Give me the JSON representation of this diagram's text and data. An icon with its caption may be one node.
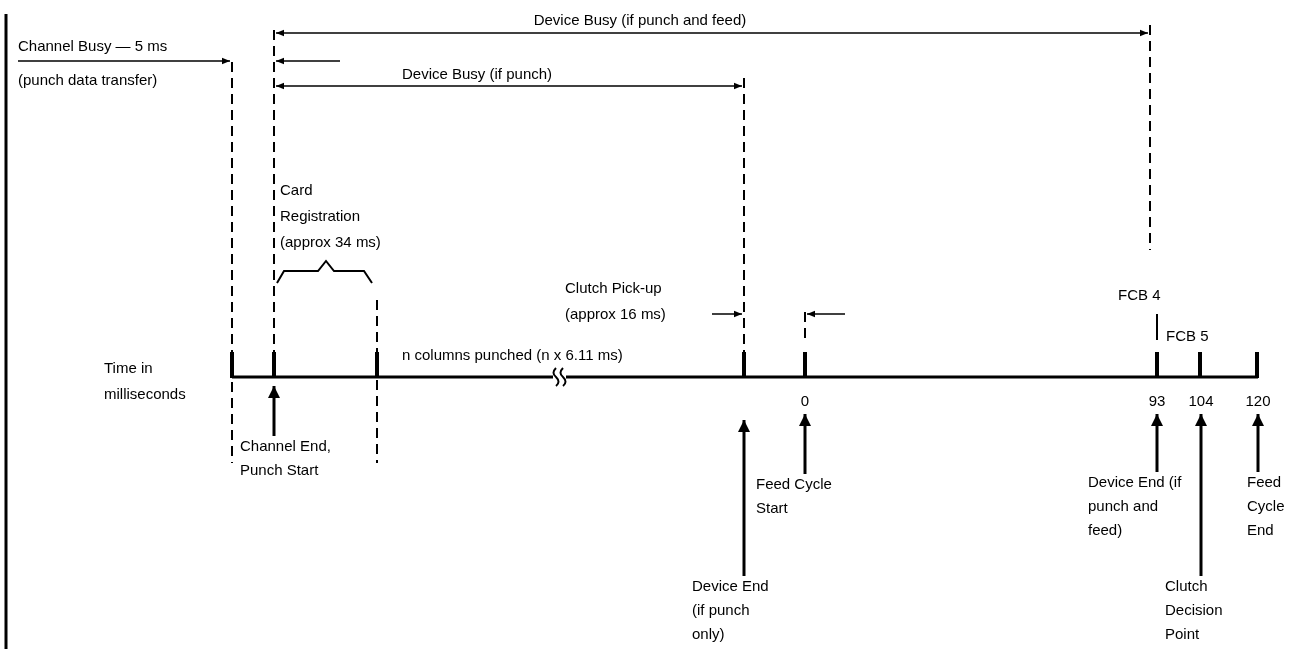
{
  "diagram": {
    "nodes": [
      {
        "text": [
          "Channel End, Punch Start"
        ]
      },
      {
        "text": [
          "Feed Cycle Start"
        ]
      },
      {
        "text": [
          "Device End (if punch only)"
        ]
      },
      {
        "text": [
          "Device End (if punch and feed)"
        ]
      },
      {
        "text": [
          "Clutch Decision Point"
        ]
      },
      {
        "text": [
          "Feed Cycle End"
        ]
      },
      {
        "text": [
          "0"
        ]
      },
      {
        "text": [
          "93"
        ]
      },
      {
        "text": [
          "104"
        ]
      },
      {
        "text": [
          "120"
        ]
      },
      {
        "text": [],
        "shape": "bar"
      }
    ],
    "edges": [
      {
        "from": 0,
        "to": 10,
        "arrow": "to"
      },
      {
        "from": 1,
        "to": 6,
        "arrow": "to"
      },
      {
        "from": 2,
        "to": null,
        "arrow": "to"
      },
      {
        "from": 3,
        "to": 7,
        "arrow": "to"
      },
      {
        "from": 4,
        "to": 8,
        "arrow": "to"
      },
      {
        "from": 5,
        "to": 9,
        "arrow": "to"
      }
    ],
    "labels": [
      "Device Busy (if punch and feed)",
      "Channel Busy — 5 ms",
      "(punch data transfer)",
      "Device Busy (if punch)",
      "Card Registration (approx 34 ms)",
      "Clutch Pick-up (approx 16 ms)",
      "FCB 4",
      "FCB 5",
      "Time in milliseconds",
      "n columns punched (n x 6.11 ms)"
    ]
  }
}
